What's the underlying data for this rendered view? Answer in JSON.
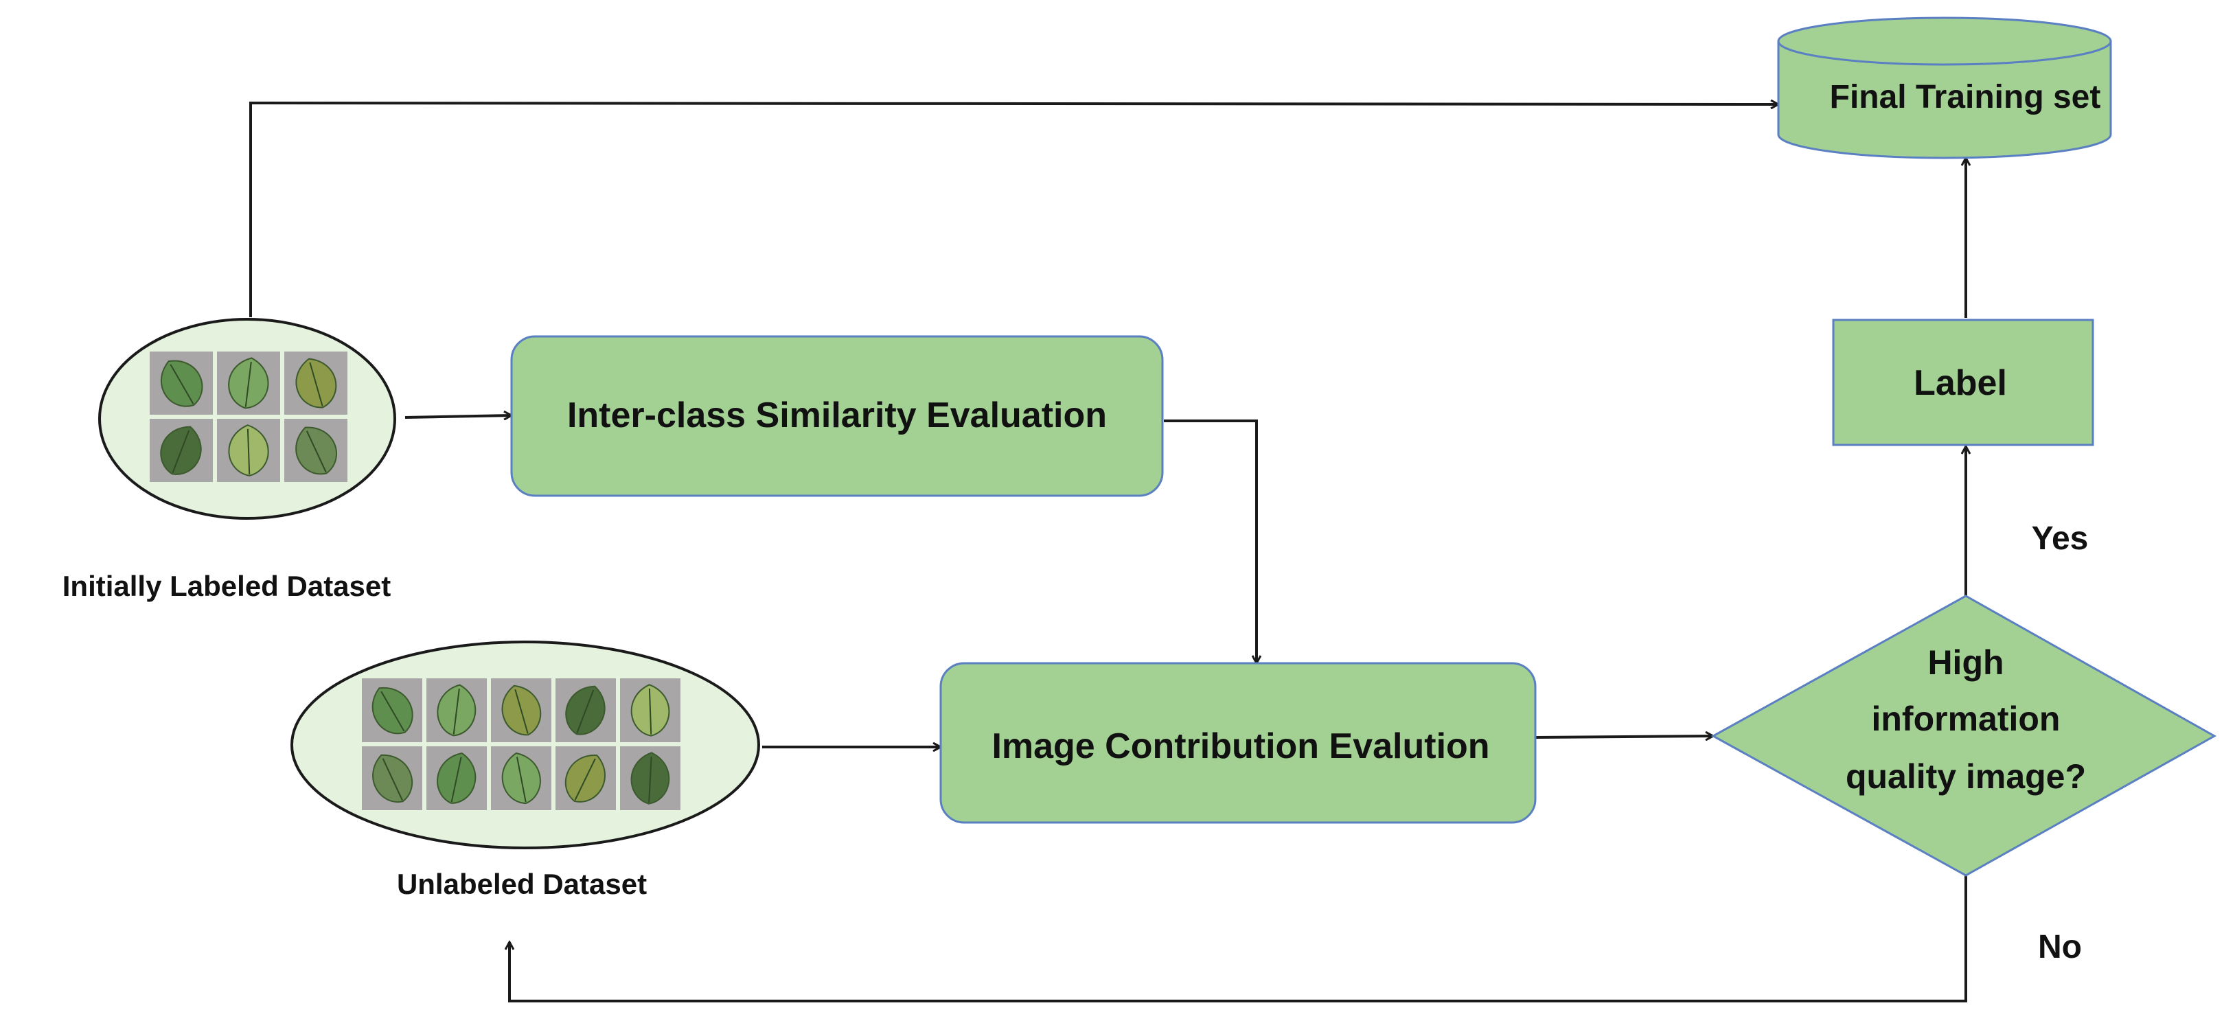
{
  "colors": {
    "node_fill": "#a2d193",
    "node_stroke": "#5a7fc2",
    "ellipse_fill": "#e4f2de",
    "line": "#1a1a1a",
    "leaf_shades": [
      "#5f8f4f",
      "#7aa862",
      "#8c9a4a",
      "#4a6b3a",
      "#9fb86a",
      "#6b8a55"
    ]
  },
  "nodes": {
    "final_training_set": "Final Training set",
    "inter_class": "Inter-class Similarity Evaluation",
    "image_contribution": "Image Contribution Evalution",
    "label": "Label",
    "decision": {
      "lines": [
        "High",
        "information",
        "quality image?"
      ]
    }
  },
  "datasets": {
    "labeled": {
      "caption": "Initially Labeled Dataset",
      "rows": 2,
      "cols": 3,
      "leaf_icon": "leaf-icon"
    },
    "unlabeled": {
      "caption": "Unlabeled Dataset",
      "rows": 2,
      "cols": 5,
      "leaf_icon": "leaf-icon"
    }
  },
  "edges": {
    "yes": "Yes",
    "no": "No"
  }
}
